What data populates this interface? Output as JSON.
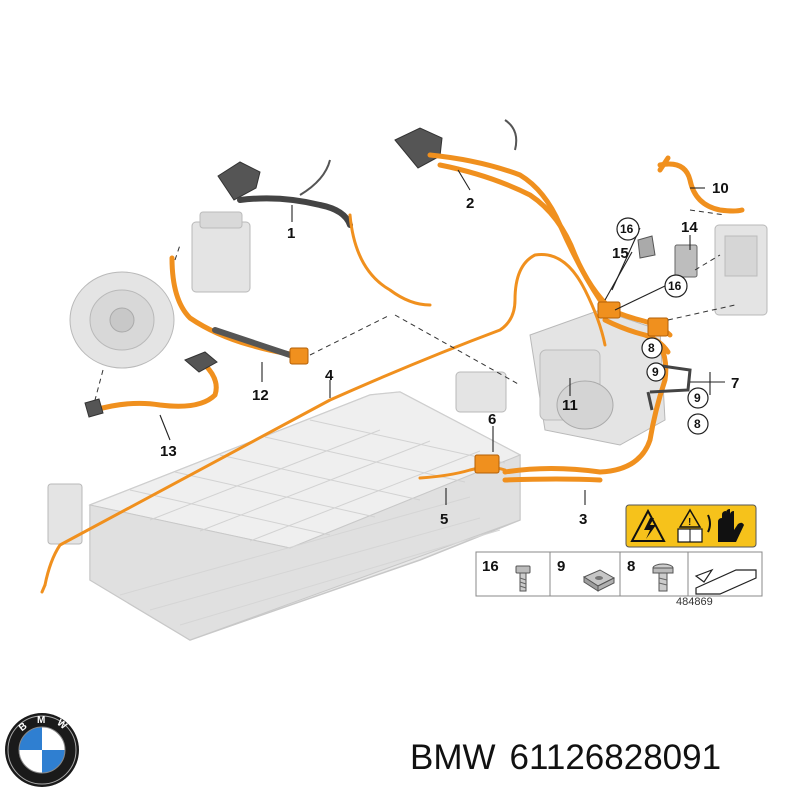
{
  "diagram": {
    "callouts": [
      "1",
      "2",
      "3",
      "4",
      "5",
      "6",
      "7",
      "8",
      "8",
      "9",
      "9",
      "10",
      "11",
      "12",
      "13",
      "14",
      "15",
      "16",
      "16"
    ],
    "legend": {
      "items": [
        {
          "number": "16",
          "icon": "bolt-icon"
        },
        {
          "number": "9",
          "icon": "square-nut-icon"
        },
        {
          "number": "8",
          "icon": "screw-icon"
        }
      ],
      "arrow_icon": "arrow-icon"
    },
    "warning_icons": [
      "high-voltage-warning-icon",
      "read-manual-icon",
      "do-not-touch-icon"
    ],
    "reference_number": "484869",
    "colors": {
      "cable": "#f0901e",
      "warning_label": "#f6c21b"
    }
  },
  "brand": {
    "logo": "bmw-logo",
    "name": "BMW",
    "part_number": "61126828091"
  }
}
